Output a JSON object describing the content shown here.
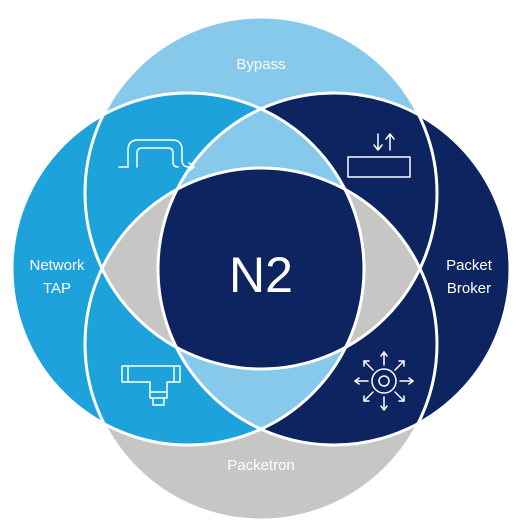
{
  "center": {
    "label": "N2"
  },
  "sets": [
    {
      "id": "bypass",
      "label": "Bypass",
      "color": "#86c9eb"
    },
    {
      "id": "network_tap",
      "label_lines": [
        "Network",
        "TAP"
      ],
      "color": "#1ea2dc"
    },
    {
      "id": "packet_broker",
      "label_lines": [
        "Packet",
        "Broker"
      ],
      "color": "#0d2461"
    },
    {
      "id": "packetron",
      "label": "Packetron",
      "color": "#c6c6c4"
    }
  ],
  "icons": [
    {
      "name": "bypass-loop-icon",
      "region": "bypass-and-network-tap"
    },
    {
      "name": "packet-slicing-icon",
      "region": "bypass-and-packet-broker"
    },
    {
      "name": "tap-tee-icon",
      "region": "network-tap-and-packetron"
    },
    {
      "name": "packet-distribution-icon",
      "region": "packet-broker-and-packetron"
    }
  ],
  "colors": {
    "outline": "#ffffff",
    "center_overlap": "#0d2461",
    "side_overlap": "#86c9eb",
    "top_bottom_overlap": "#c6c6c4"
  }
}
